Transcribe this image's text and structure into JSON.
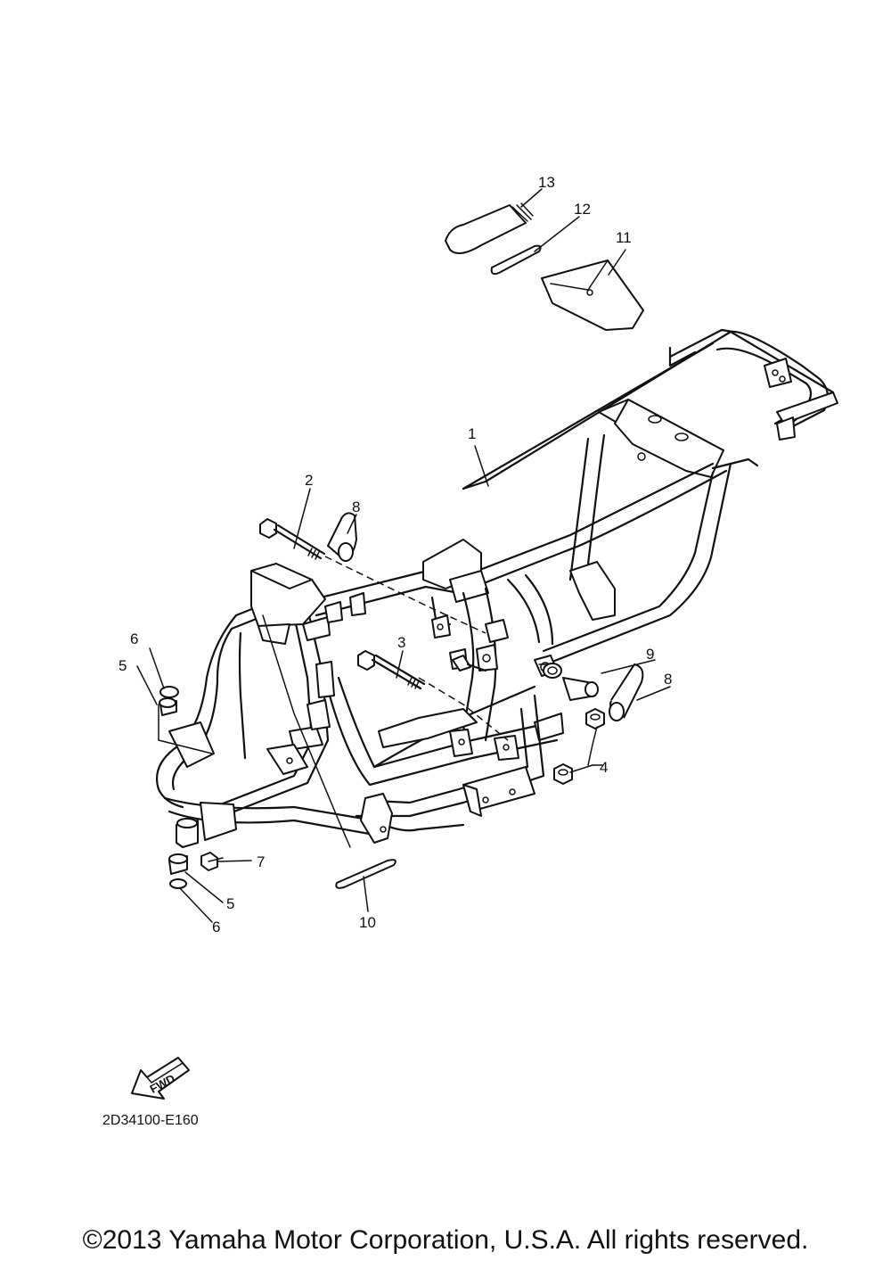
{
  "diagram": {
    "callouts": [
      "1",
      "2",
      "3",
      "4",
      "5",
      "5",
      "6",
      "6",
      "7",
      "8",
      "8",
      "9",
      "10",
      "11",
      "12",
      "13"
    ],
    "fwd_label": "FWD",
    "drawing_code": "2D34100-E160"
  },
  "footer": {
    "copyright": "©2013 Yamaha Motor Corporation, U.S.A. All rights reserved."
  }
}
